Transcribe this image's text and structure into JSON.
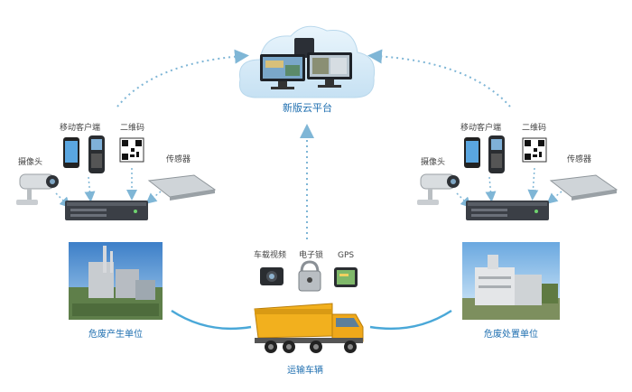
{
  "platform": {
    "label": "新版云平台"
  },
  "left_site": {
    "camera_label": "摄像头",
    "mobile_label": "移动客户端",
    "qrcode_label": "二维码",
    "sensor_label": "传感器",
    "unit_label": "危废产生单位"
  },
  "right_site": {
    "camera_label": "摄像头",
    "mobile_label": "移动客户端",
    "qrcode_label": "二维码",
    "sensor_label": "传感器",
    "unit_label": "危废处置单位"
  },
  "vehicle": {
    "dashcam_label": "车载视频",
    "elock_label": "电子锁",
    "gps_label": "GPS",
    "truck_label": "运输车辆"
  },
  "colors": {
    "cloud": "#d8ecf8",
    "arrow": "#7fb6d6",
    "solid_link": "#4aa8d8",
    "truck_body": "#f2b01e",
    "server": "#3b3f46"
  },
  "icons": [
    "cloud-icon",
    "monitor-icon",
    "camera-icon",
    "phone-icon",
    "handheld-icon",
    "qrcode-icon",
    "scale-sensor-icon",
    "server-icon",
    "factory-image",
    "disposal-plant-image",
    "dashcam-icon",
    "lock-icon",
    "gps-icon",
    "truck-icon"
  ]
}
